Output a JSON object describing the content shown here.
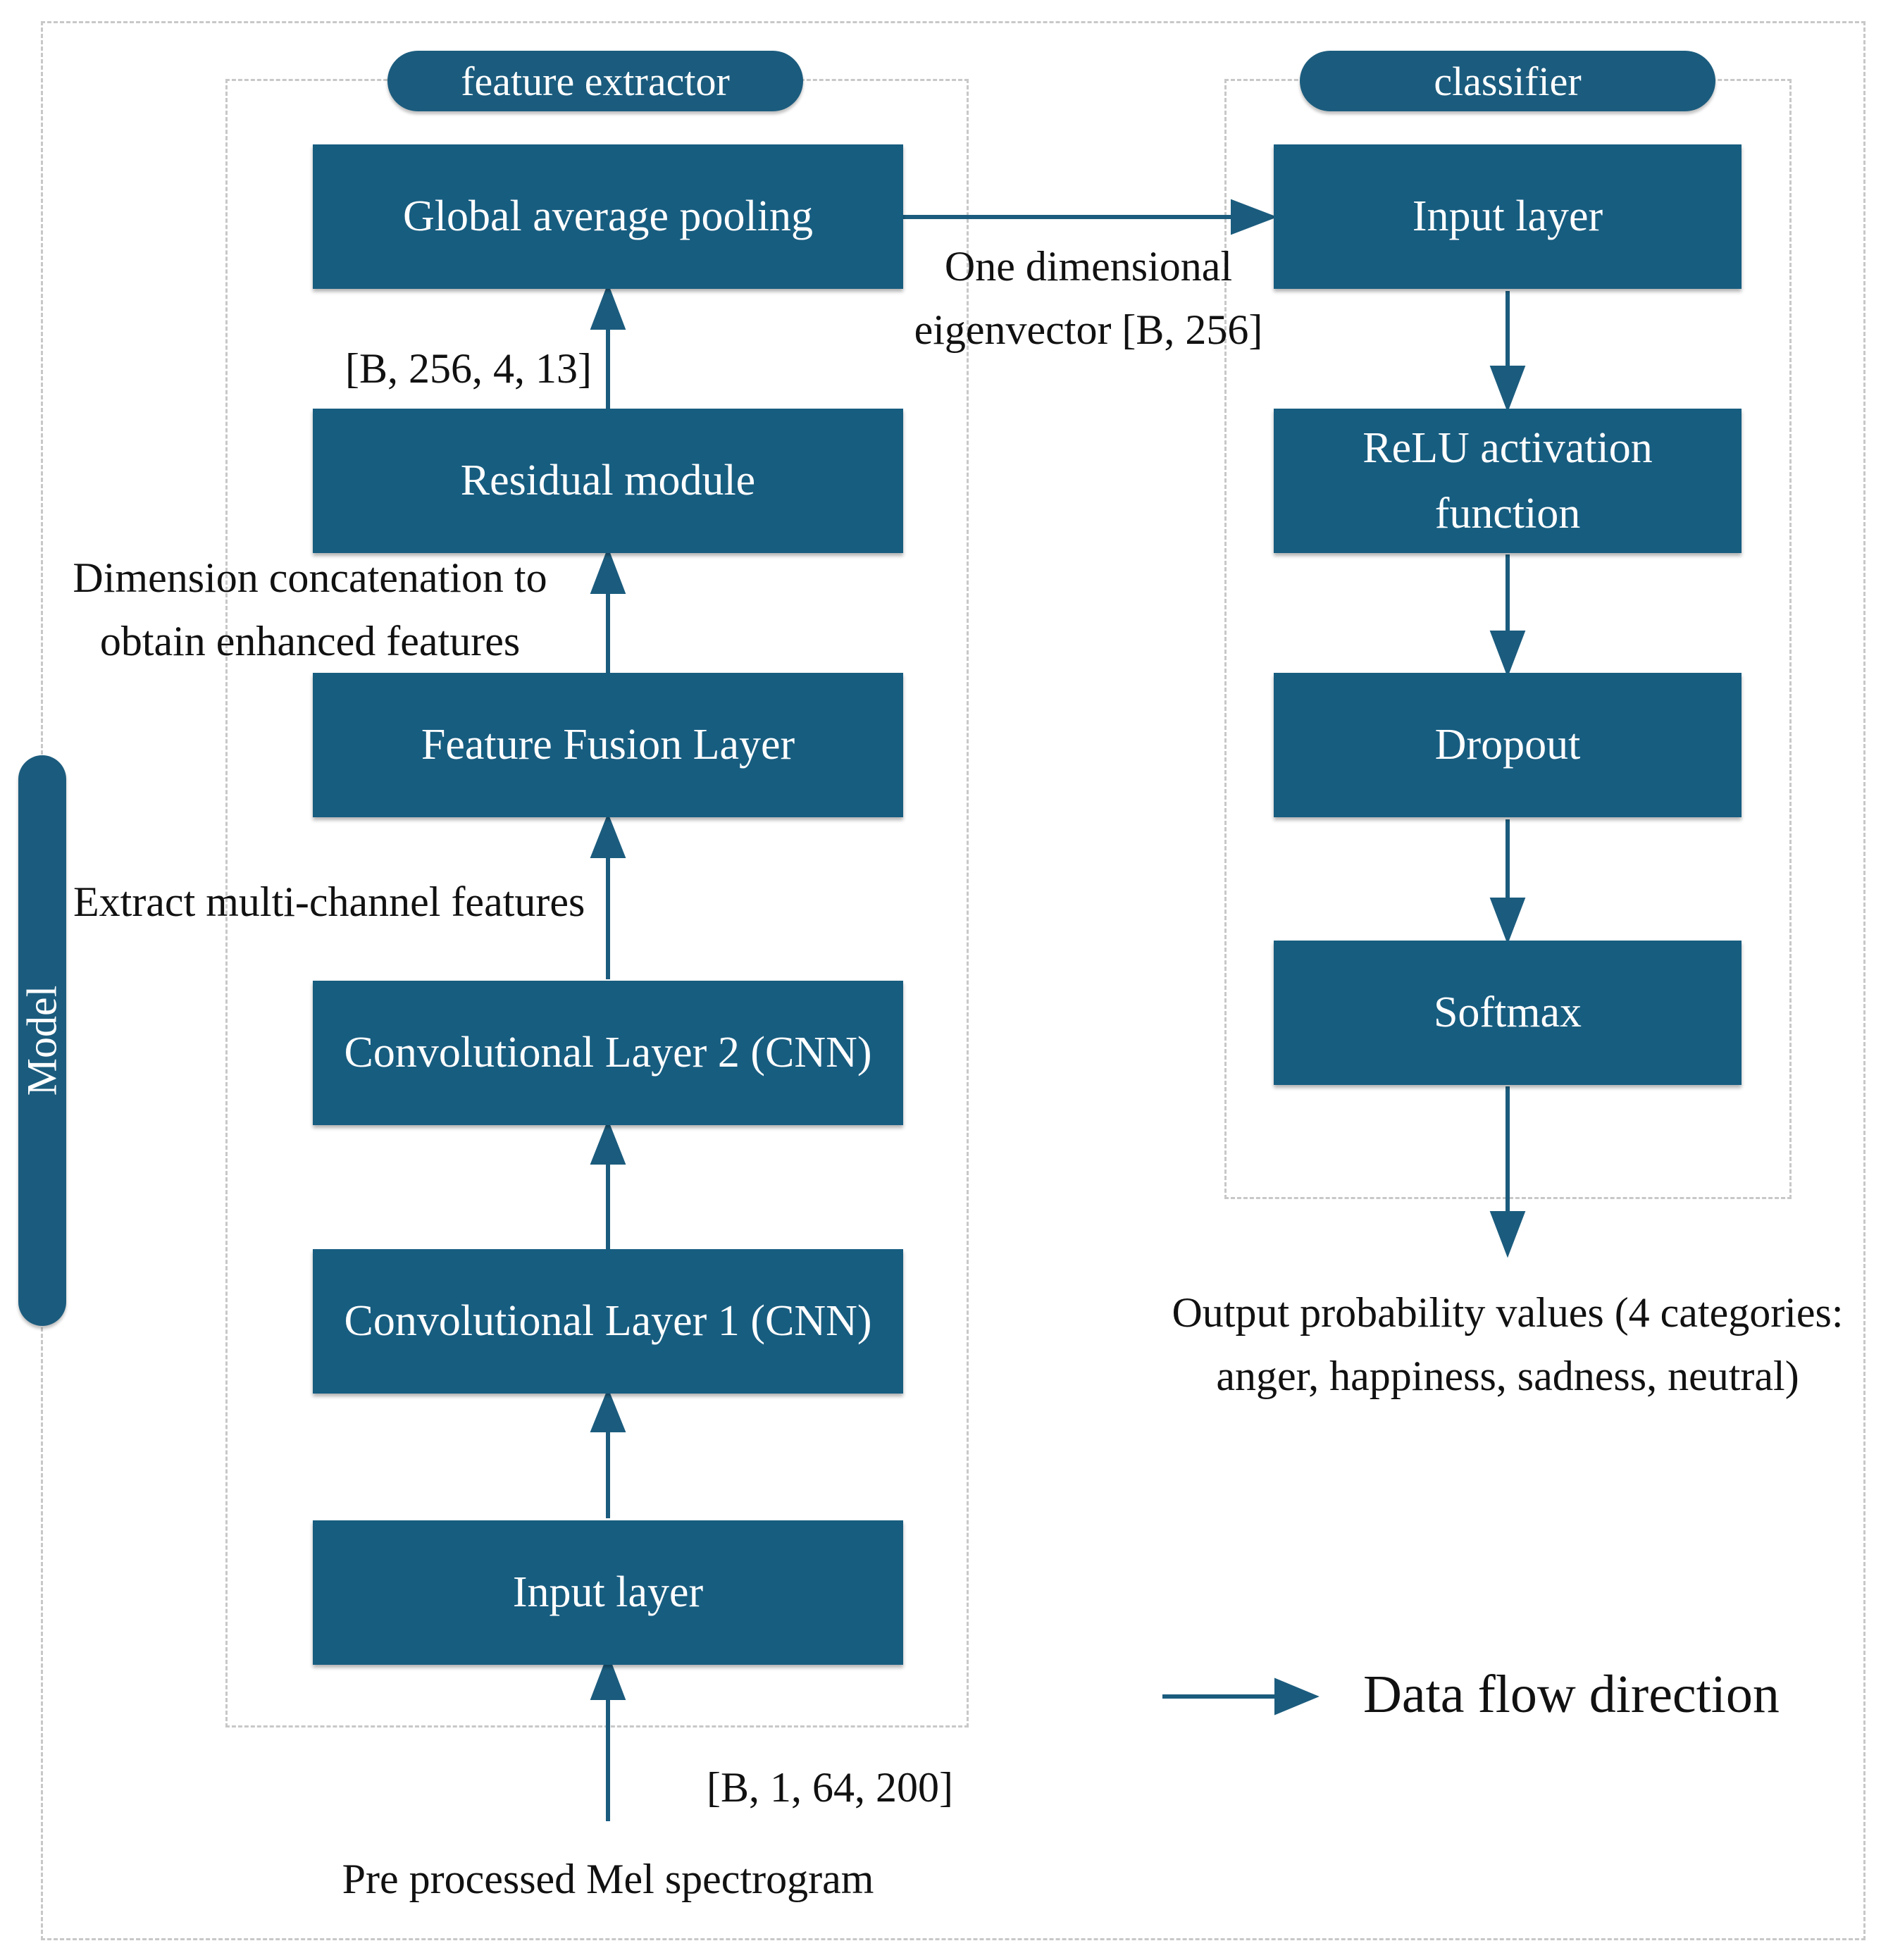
{
  "groups": {
    "model": "Model",
    "feature_extractor": "feature extractor",
    "classifier": "classifier"
  },
  "feature_extractor_layers": [
    "Global average pooling",
    "Residual module",
    "Feature Fusion Layer",
    "Convolutional Layer 2 (CNN)",
    "Convolutional Layer 1 (CNN)",
    "Input layer"
  ],
  "classifier_layers": [
    "Input layer",
    "ReLU activation function",
    "Dropout",
    "Softmax"
  ],
  "annotations": {
    "gap_to_classifier_line1": "One dimensional",
    "gap_to_classifier_line2": "eigenvector [B, 256]",
    "residual_output_shape": "[B, 256, 4, 13]",
    "fusion_note_line1": "Dimension concatenation to",
    "fusion_note_line2": "obtain enhanced features",
    "conv_note": "Extract multi-channel features",
    "input_shape": "[B, 1, 64, 200]",
    "input_source": "Pre processed Mel spectrogram",
    "output_line1": "Output probability values (4 categories:",
    "output_line2": "anger, happiness, sadness, neutral)"
  },
  "legend": {
    "data_flow": "Data flow direction"
  },
  "colors": {
    "box_fill": "#175d80",
    "arrow": "#1b5c7e",
    "frame_dash": "#c8c8c8"
  }
}
